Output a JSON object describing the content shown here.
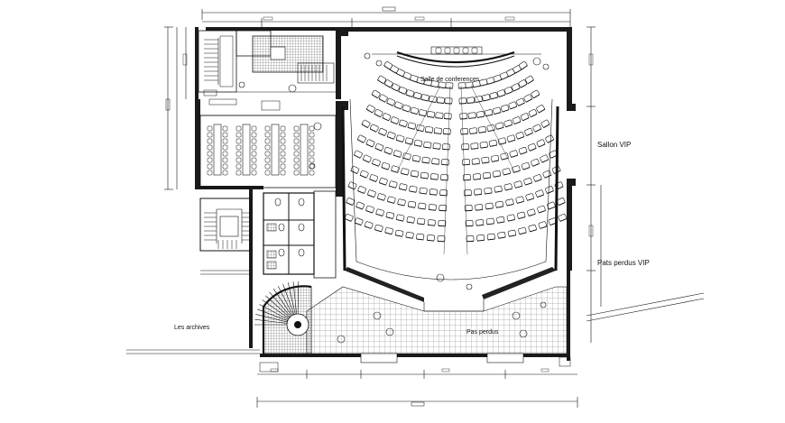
{
  "labels": {
    "salle_conferences": "Salle de conferences",
    "salon_vip": "Sallon VIP",
    "pas_perdus_vip": "Pats perdus VIP",
    "archives": "Les archives",
    "pas_perdus": "Pas perdus"
  },
  "colors": {
    "line": "#111111",
    "background": "#ffffff"
  },
  "seating": {
    "auditorium_rows": 11,
    "seats_per_side": 10
  }
}
